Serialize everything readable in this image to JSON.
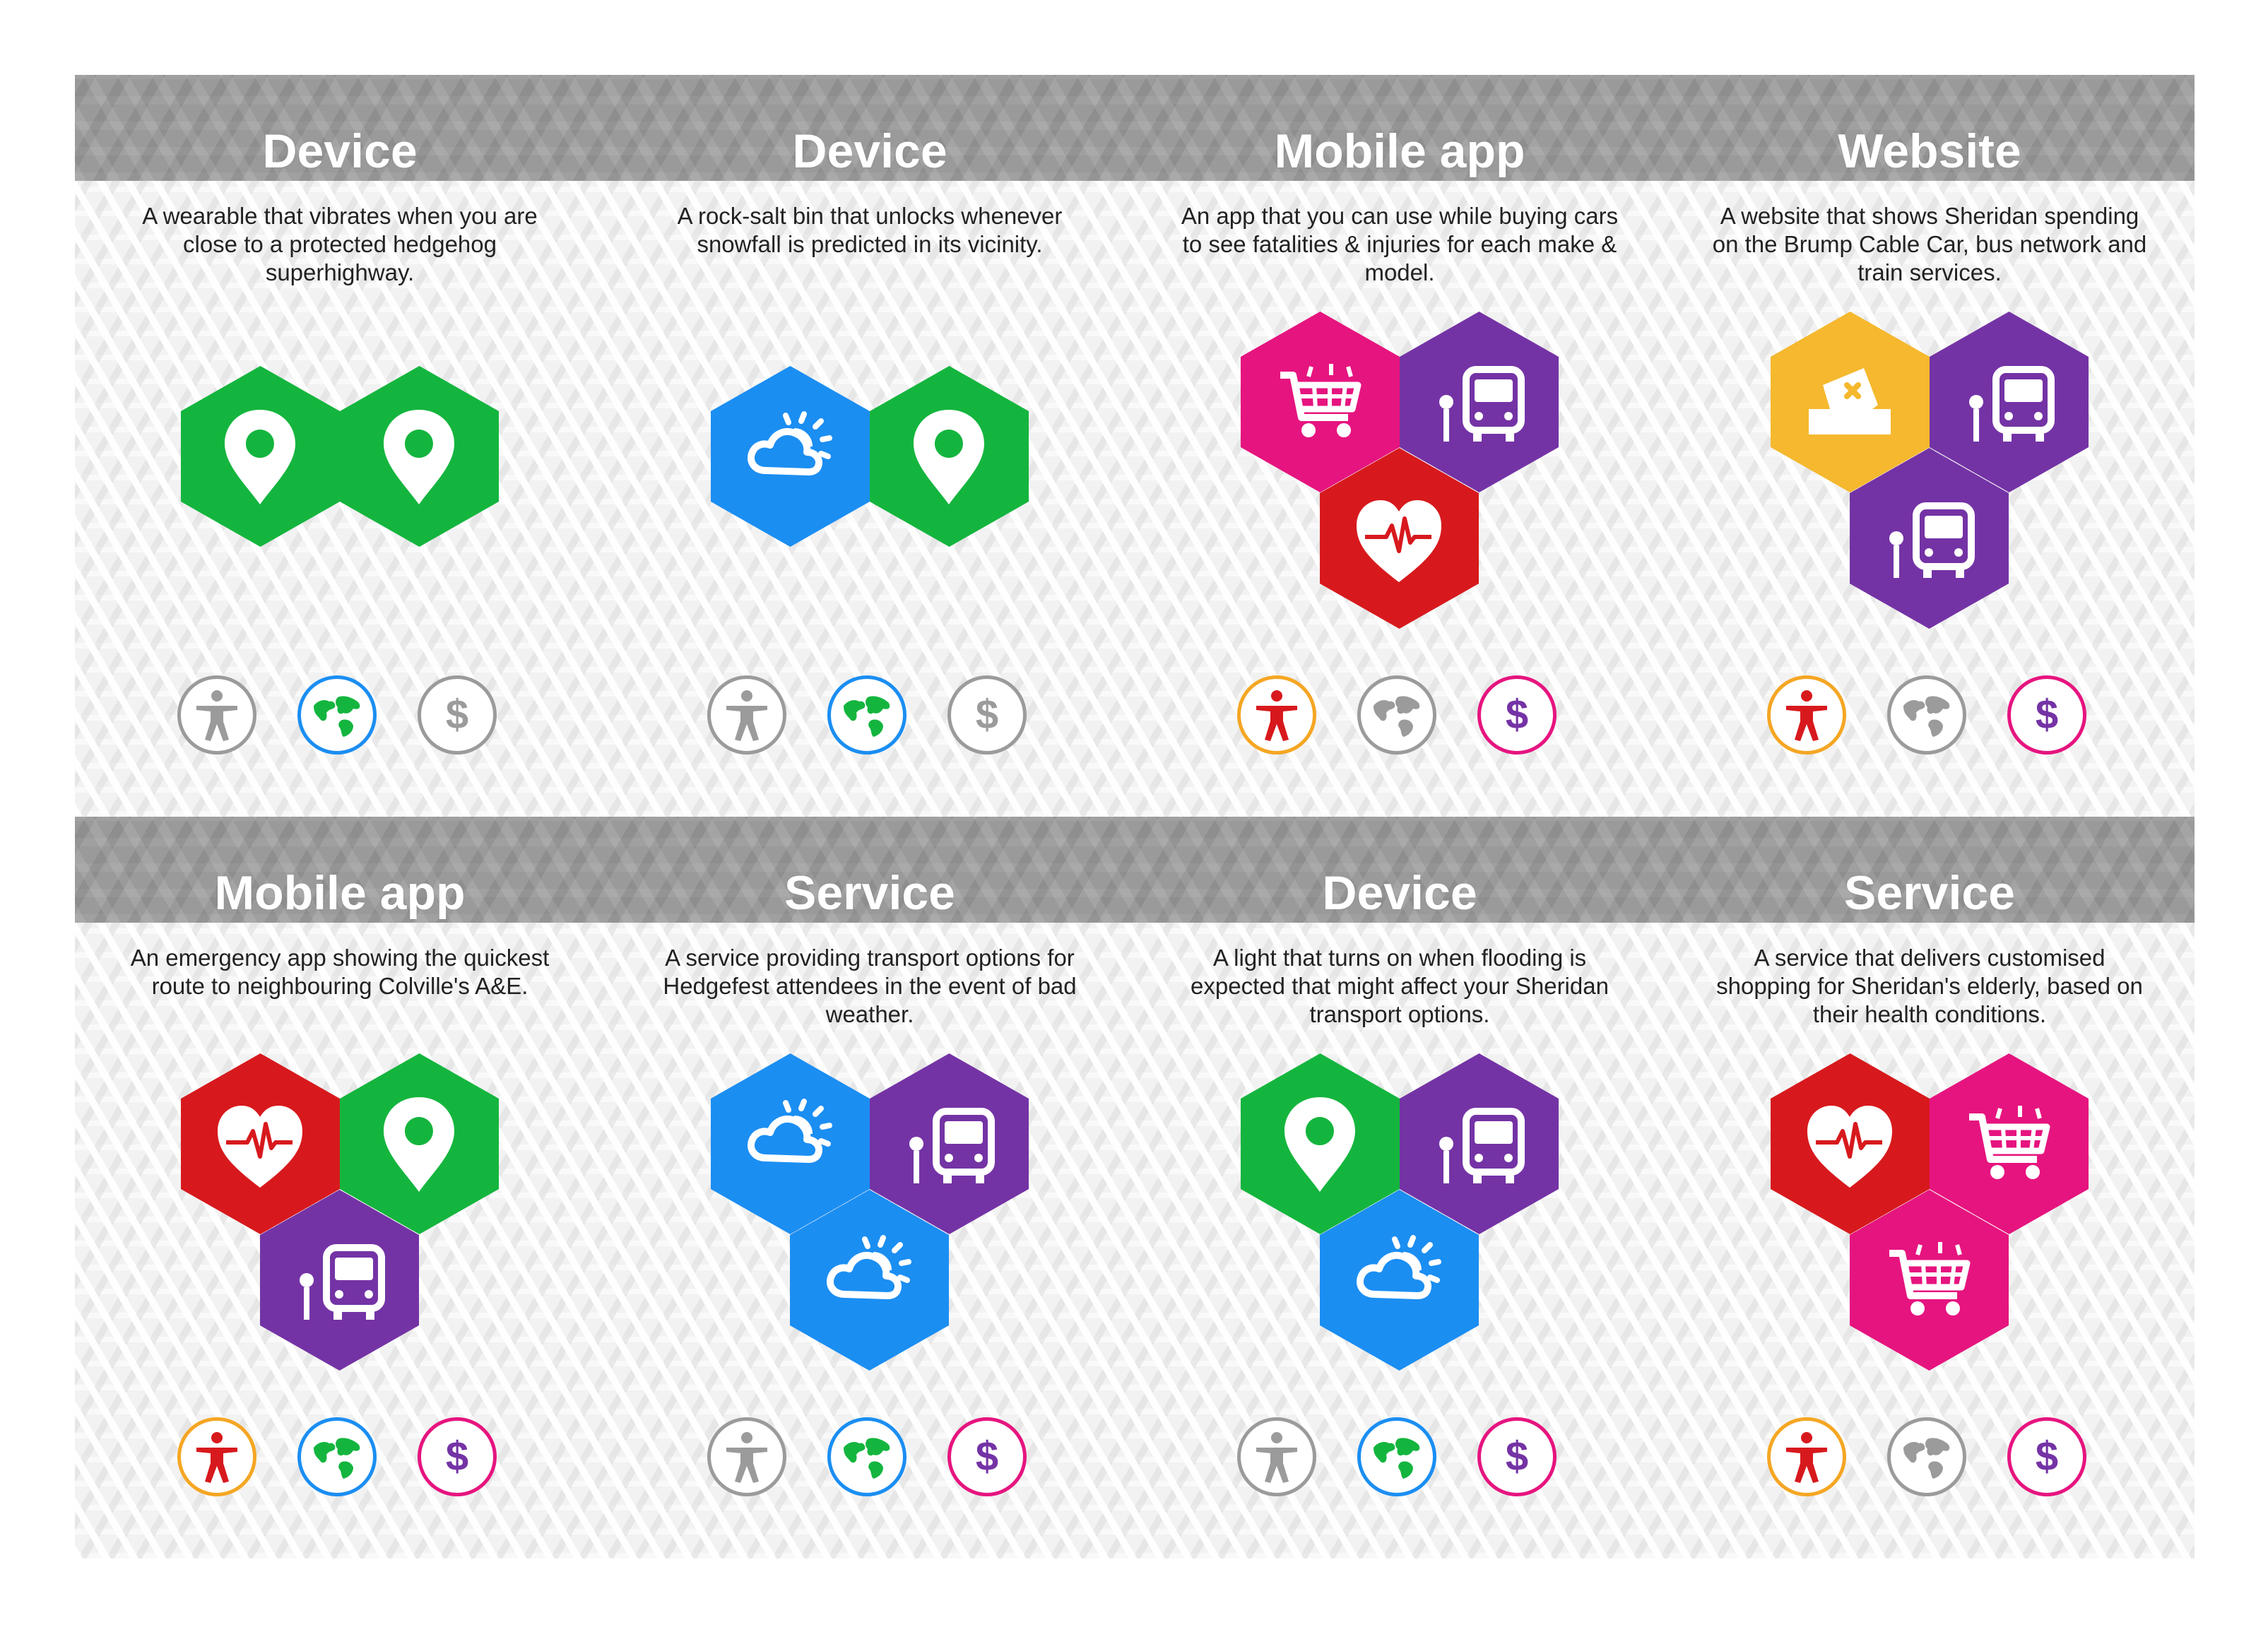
{
  "colors": {
    "green": "#14b53e",
    "blue": "#1b8ef2",
    "purple": "#7433a5",
    "pink": "#e6147f",
    "red": "#d7191d",
    "yellow": "#f5b82e",
    "inactive_gray": "#9b9b9b",
    "accessibility_orange": "#f5a623",
    "globe_blue": "#1b8ef2",
    "cost_pink": "#e6147f",
    "cost_purple": "#7433a5"
  },
  "cards": [
    {
      "title": "Device",
      "description": "A wearable that vibrates when you are close to a protected hedgehog superhighway.",
      "hexes": [
        "location-pin-icon",
        "location-pin-icon"
      ],
      "badges": {
        "accessibility": "inactive",
        "environment": "active",
        "cost": "inactive"
      }
    },
    {
      "title": "Device",
      "description": "A rock-salt bin that unlocks whenever snowfall is predicted in its vicinity.",
      "hexes": [
        "weather-icon",
        "location-pin-icon"
      ],
      "badges": {
        "accessibility": "inactive",
        "environment": "active",
        "cost": "inactive"
      }
    },
    {
      "title": "Mobile app",
      "description": "An app that you can use while buying cars to see fatalities & injuries for each make & model.",
      "hexes": [
        "shopping-cart-icon",
        "bus-stop-icon",
        "health-heart-icon"
      ],
      "badges": {
        "accessibility": "active",
        "environment": "inactive",
        "cost": "active"
      }
    },
    {
      "title": "Website",
      "description": "A website that shows Sheridan spending on the Brump Cable Car, bus network and train services.",
      "hexes": [
        "ballot-box-icon",
        "bus-stop-icon",
        "bus-stop-icon"
      ],
      "badges": {
        "accessibility": "active",
        "environment": "inactive",
        "cost": "active"
      }
    },
    {
      "title": "Mobile app",
      "description": "An emergency app showing the quickest route to neighbouring Colville's A&E.",
      "hexes": [
        "health-heart-icon",
        "location-pin-icon",
        "bus-stop-icon"
      ],
      "badges": {
        "accessibility": "active",
        "environment": "active",
        "cost": "active"
      }
    },
    {
      "title": "Service",
      "description": "A service providing transport options for Hedgefest attendees in the event of bad weather.",
      "hexes": [
        "weather-icon",
        "bus-stop-icon",
        "weather-icon"
      ],
      "badges": {
        "accessibility": "inactive",
        "environment": "active",
        "cost": "active"
      }
    },
    {
      "title": "Device",
      "description": "A light that turns on when flooding is expected that might affect your Sheridan transport options.",
      "hexes": [
        "location-pin-icon",
        "bus-stop-icon",
        "weather-icon"
      ],
      "badges": {
        "accessibility": "inactive",
        "environment": "active",
        "cost": "active"
      }
    },
    {
      "title": "Service",
      "description": "A service that delivers customised shopping for Sheridan's elderly, based on their health conditions.",
      "hexes": [
        "health-heart-icon",
        "shopping-cart-icon",
        "shopping-cart-icon"
      ],
      "badges": {
        "accessibility": "active",
        "environment": "inactive",
        "cost": "active"
      }
    }
  ]
}
